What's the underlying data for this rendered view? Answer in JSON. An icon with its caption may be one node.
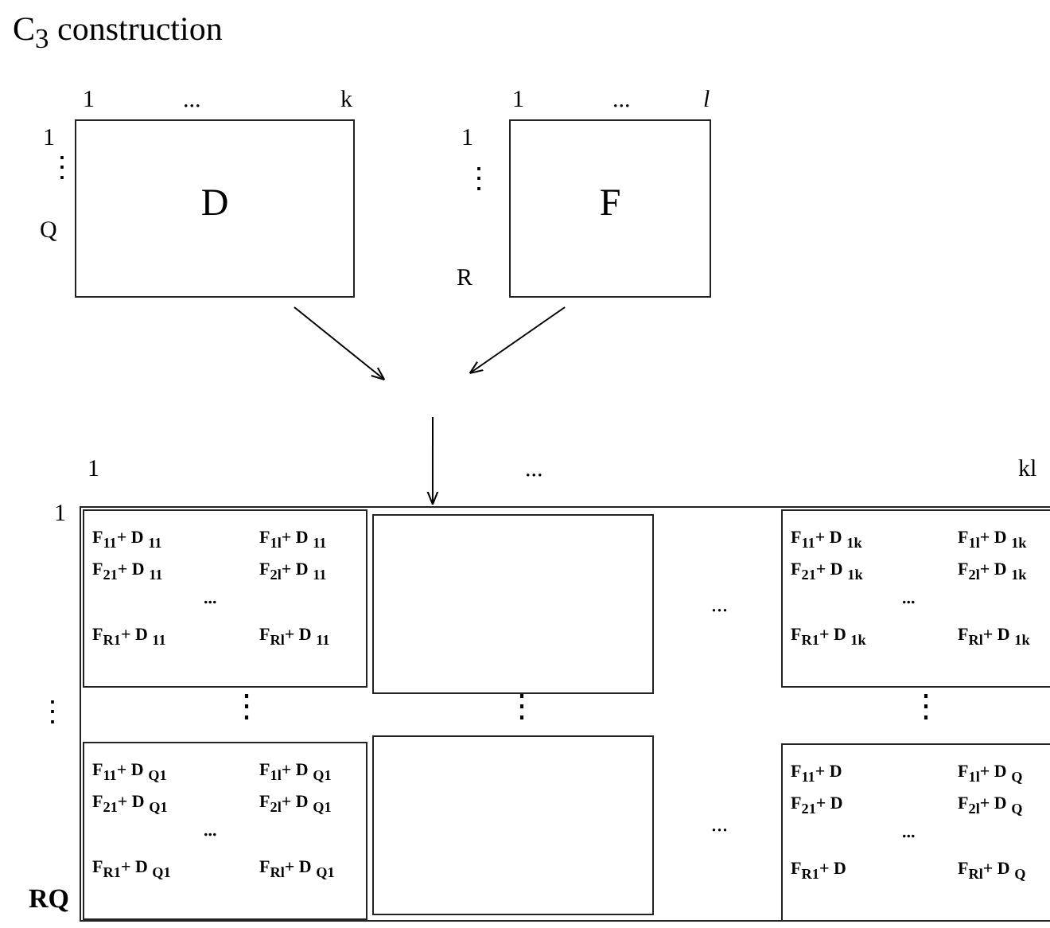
{
  "diagram": {
    "title": "C$_{3}$ construction",
    "nodes": [
      {
        "text": [
          "D"
        ],
        "beside": [
          "1",
          "...",
          "k",
          "1",
          "⋮",
          "Q"
        ]
      },
      {
        "text": [
          "F"
        ],
        "beside": [
          "1",
          "...",
          "l",
          "1",
          "⋮",
          "R"
        ]
      },
      {
        "text": [],
        "shape": "box",
        "beside": [
          "1",
          "...",
          "kl",
          "1",
          "⋮",
          "**RQ**"
        ]
      },
      {
        "text": [
          "F$_{11}$+ D $_{11}$",
          "F$_{1l}$+ D $_{11}$",
          "F$_{21}$+ D $_{11}$",
          "F$_{2l}$+ D $_{11}$",
          "...",
          "F$_{R1}$+ D $_{11}$",
          "F$_{Rl}$+ D $_{11}$"
        ],
        "in": 2
      },
      {
        "text": [],
        "shape": "box",
        "in": 2
      },
      {
        "text": [
          "F$_{11}$+ D $_{1k}$",
          "F$_{1l}$+ D $_{1k}$",
          "F$_{21}$+ D $_{1k}$",
          "F$_{2l}$+ D $_{1k}$",
          "...",
          "F$_{R1}$+ D $_{1k}$",
          "F$_{Rl}$+ D $_{1k}$"
        ],
        "in": 2
      },
      {
        "text": [
          "F$_{11}$+ D $_{Q1}$",
          "F$_{1l}$+ D $_{Q1}$",
          "F$_{21}$+ D $_{Q1}$",
          "F$_{2l}$+ D $_{Q1}$",
          "...",
          "F$_{R1}$+ D $_{Q1}$",
          "F$_{Rl}$+ D $_{Q1}$"
        ],
        "in": 2
      },
      {
        "text": [],
        "shape": "box",
        "in": 2
      },
      {
        "text": [
          "F$_{11}$+ D",
          "F$_{1l}$+ D $_{Q}$",
          "F$_{21}$+ D",
          "F$_{2l}$+ D $_{Q}$",
          "...",
          "F$_{R1}$+ D",
          "F$_{Rl}$+ D $_{Q}$"
        ],
        "in": 2
      }
    ],
    "edges": [
      {
        "from": 0,
        "to": null,
        "arrow": "to"
      },
      {
        "from": 1,
        "to": null,
        "arrow": "to"
      },
      {
        "from": null,
        "to": 2,
        "arrow": "to"
      }
    ],
    "labels": [
      "⋮",
      "⋮",
      "⋮",
      "...",
      "..."
    ]
  }
}
